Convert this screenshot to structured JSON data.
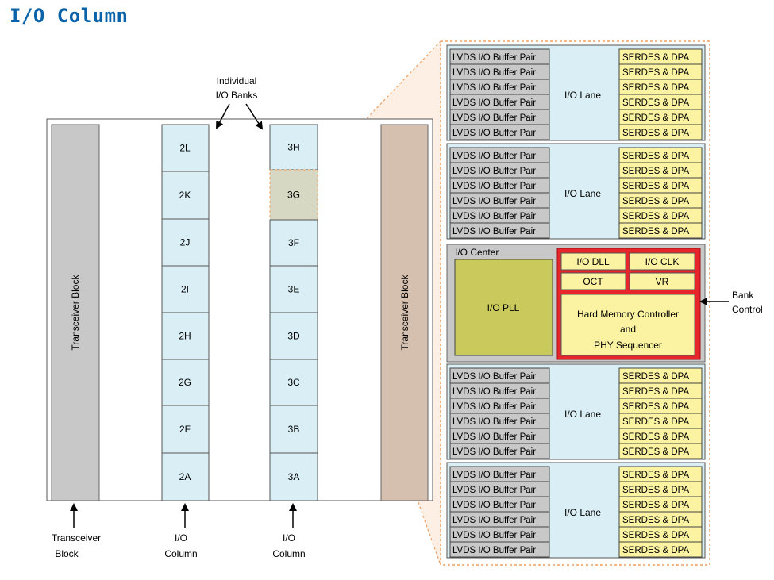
{
  "title": "I/O Column",
  "callouts": {
    "individual_banks_line1": "Individual",
    "individual_banks_line2": "I/O Banks",
    "bank_control_line1": "Bank",
    "bank_control_line2": "Control"
  },
  "transceiver_block_label": "Transceiver Block",
  "left_column_banks": [
    "2L",
    "2K",
    "2J",
    "2I",
    "2H",
    "2G",
    "2F",
    "2A"
  ],
  "right_column_banks": [
    "3H",
    "3G",
    "3F",
    "3E",
    "3D",
    "3C",
    "3B",
    "3A"
  ],
  "highlighted_bank": "3G",
  "bottom_labels": {
    "transceiver_line1": "Transceiver",
    "transceiver_line2": "Block",
    "io_column_line1": "I/O",
    "io_column_line2": "Column"
  },
  "lane": {
    "buffer_label": "LVDS I/O Buffer Pair",
    "serdes_label": "SERDES & DPA",
    "lane_label": "I/O Lane"
  },
  "io_center": {
    "label": "I/O Center",
    "pll": "I/O PLL",
    "dll": "I/O DLL",
    "clk": "I/O CLK",
    "oct": "OCT",
    "vr": "VR",
    "hmc_line1": "Hard Memory Controller",
    "hmc_line2": "and",
    "hmc_line3": "PHY Sequencer"
  },
  "colors": {
    "bank_fill": "#daeef5",
    "transceiver_left": "#c8c8c8",
    "transceiver_right": "#d5bfae",
    "buffer_fill": "#c8c8c8",
    "serdes_fill": "#fbf3a1",
    "pll_fill": "#c9c95c",
    "control_red": "#e8252b",
    "title_blue": "#0a63a8",
    "zoom_orange": "#f0a060"
  }
}
